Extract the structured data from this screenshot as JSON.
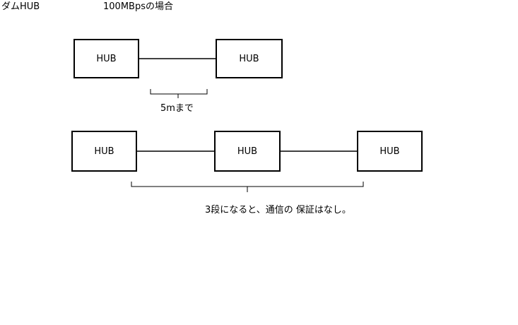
{
  "header": {
    "left_title": "ダムHUB",
    "right_title": "100MBpsの場合"
  },
  "top_row": {
    "hubs": [
      "HUB",
      "HUB"
    ],
    "note": "5mまで"
  },
  "bottom_row": {
    "hubs": [
      "HUB",
      "HUB",
      "HUB"
    ],
    "note": "3段になると、通信の 保証はなし。"
  }
}
